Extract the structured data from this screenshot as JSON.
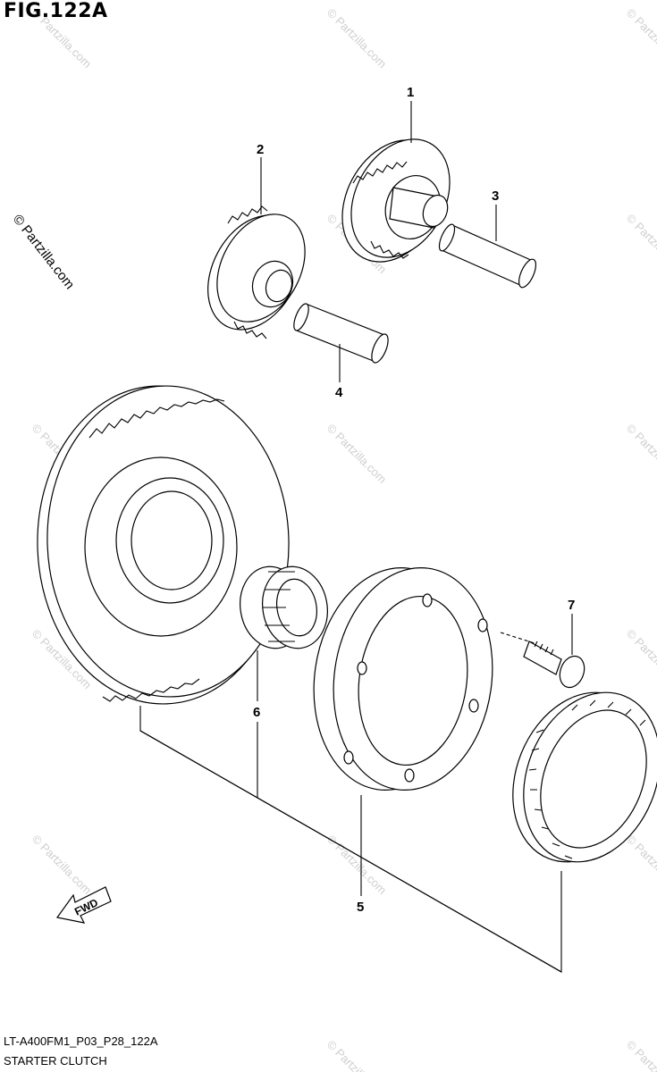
{
  "figure": {
    "title": "FIG.122A",
    "code": "LT-A400FM1_P03_P28_122A",
    "name": "STARTER CLUTCH"
  },
  "watermark": {
    "text": "© Partzilla.com",
    "side_text": "© Partzilla.com"
  },
  "callouts": {
    "p1": "1",
    "p2": "2",
    "p3": "3",
    "p4": "4",
    "p5": "5",
    "p6": "6",
    "p7": "7"
  },
  "fwd_arrow": {
    "label": "FWD"
  }
}
